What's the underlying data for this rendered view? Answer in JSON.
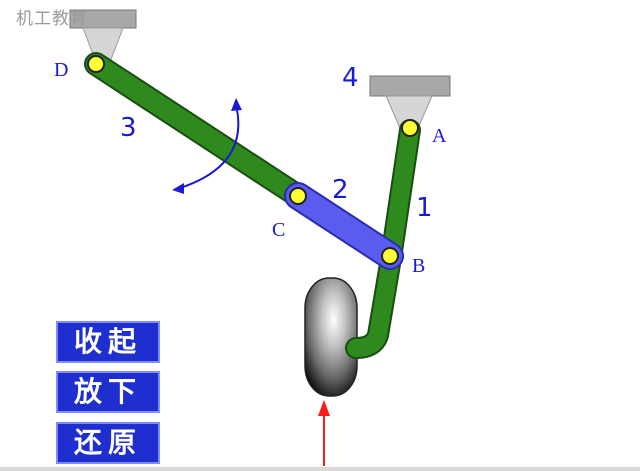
{
  "watermark": "机工教育",
  "labels": {
    "link1": "1",
    "link2": "2",
    "link3": "3",
    "ground": "4",
    "jointA": "A",
    "jointB": "B",
    "jointC": "C",
    "jointD": "D"
  },
  "buttons": {
    "retract": "收起",
    "lower": "放下",
    "reset": "还原"
  },
  "colors": {
    "link_green": "#2f8a1e",
    "link_blue": "#5a5cf0",
    "joint_yellow": "#ffff33",
    "label_blue": "#1a1ad4",
    "button_blue": "#1f2fcf",
    "arrow_red": "#ff1a1a",
    "mount_gray": "#a8a8a8"
  }
}
